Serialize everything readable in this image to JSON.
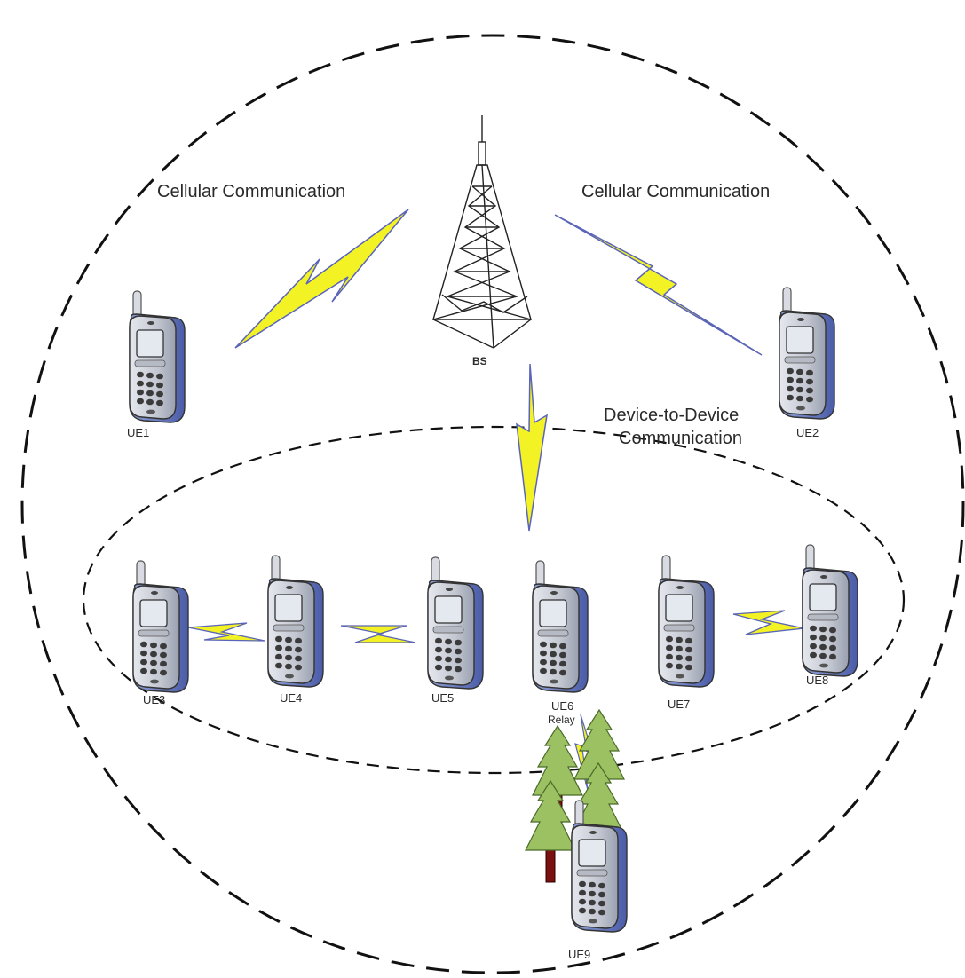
{
  "labels": {
    "cellular_left": "Cellular Communication",
    "cellular_right": "Cellular Communication",
    "d2d_line1": "Device-to-Device",
    "d2d_line2": "Communication",
    "bs": "BS",
    "relay": "Relay"
  },
  "ues": [
    {
      "id": "UE1",
      "label": "UE1"
    },
    {
      "id": "UE2",
      "label": "UE2"
    },
    {
      "id": "UE3",
      "label": "UE3"
    },
    {
      "id": "UE4",
      "label": "UE4"
    },
    {
      "id": "UE5",
      "label": "UE5"
    },
    {
      "id": "UE6",
      "label": "UE6"
    },
    {
      "id": "UE7",
      "label": "UE7"
    },
    {
      "id": "UE8",
      "label": "UE8"
    },
    {
      "id": "UE9",
      "label": "UE9"
    }
  ],
  "colors": {
    "bolt_fill": "#f2f225",
    "bolt_edge": "#5a64b8",
    "phone_body": "#c9ccd4",
    "phone_side": "#5a6db4",
    "screen": "#e2e6ee",
    "tree_green": "#9cc163",
    "trunk": "#7a1010",
    "dash": "#111111"
  }
}
